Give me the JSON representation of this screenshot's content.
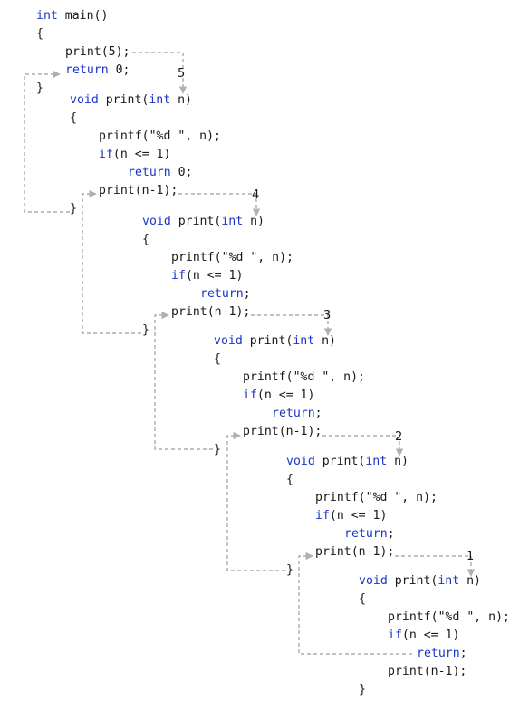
{
  "colors": {
    "keyword": "#1b35c9",
    "text": "#1a1a1a",
    "dashed_line": "#9e9e9e",
    "arrow": "#b0b0b0"
  },
  "main_block": {
    "l1_kw": "int",
    "l1_rest": " main()",
    "l2": "{",
    "l3": "print(5);",
    "l4_kw": "return",
    "l4_rest": " 0;",
    "l5": "}"
  },
  "frames": [
    {
      "call_value": "5",
      "sig_kw1": "void",
      "sig_mid": " print(",
      "sig_kw2": "int",
      "sig_end": " n)",
      "open": "{",
      "printf": "printf(\"%d \", n);",
      "if_kw": "if",
      "if_rest": "(n <= 1)",
      "ret_kw": "return",
      "ret_rest": " 0;",
      "recurse": "print(n-1);",
      "close": "}"
    },
    {
      "call_value": "4",
      "sig_kw1": "void",
      "sig_mid": " print(",
      "sig_kw2": "int",
      "sig_end": " n)",
      "open": "{",
      "printf": "printf(\"%d \", n);",
      "if_kw": "if",
      "if_rest": "(n <= 1)",
      "ret_kw": "return",
      "ret_rest": ";",
      "recurse": "print(n-1);",
      "close": "}"
    },
    {
      "call_value": "3",
      "sig_kw1": "void",
      "sig_mid": " print(",
      "sig_kw2": "int",
      "sig_end": " n)",
      "open": "{",
      "printf": "printf(\"%d \", n);",
      "if_kw": "if",
      "if_rest": "(n <= 1)",
      "ret_kw": "return",
      "ret_rest": ";",
      "recurse": "print(n-1);",
      "close": "}"
    },
    {
      "call_value": "2",
      "sig_kw1": "void",
      "sig_mid": " print(",
      "sig_kw2": "int",
      "sig_end": " n)",
      "open": "{",
      "printf": "printf(\"%d \", n);",
      "if_kw": "if",
      "if_rest": "(n <= 1)",
      "ret_kw": "return",
      "ret_rest": ";",
      "recurse": "print(n-1);",
      "close": "}"
    },
    {
      "call_value": "1",
      "sig_kw1": "void",
      "sig_mid": " print(",
      "sig_kw2": "int",
      "sig_end": " n)",
      "open": "{",
      "printf": "printf(\"%d \", n);",
      "if_kw": "if",
      "if_rest": "(n <= 1)",
      "ret_kw": "return",
      "ret_rest": ";",
      "recurse": "print(n-1);",
      "close": "}"
    }
  ]
}
